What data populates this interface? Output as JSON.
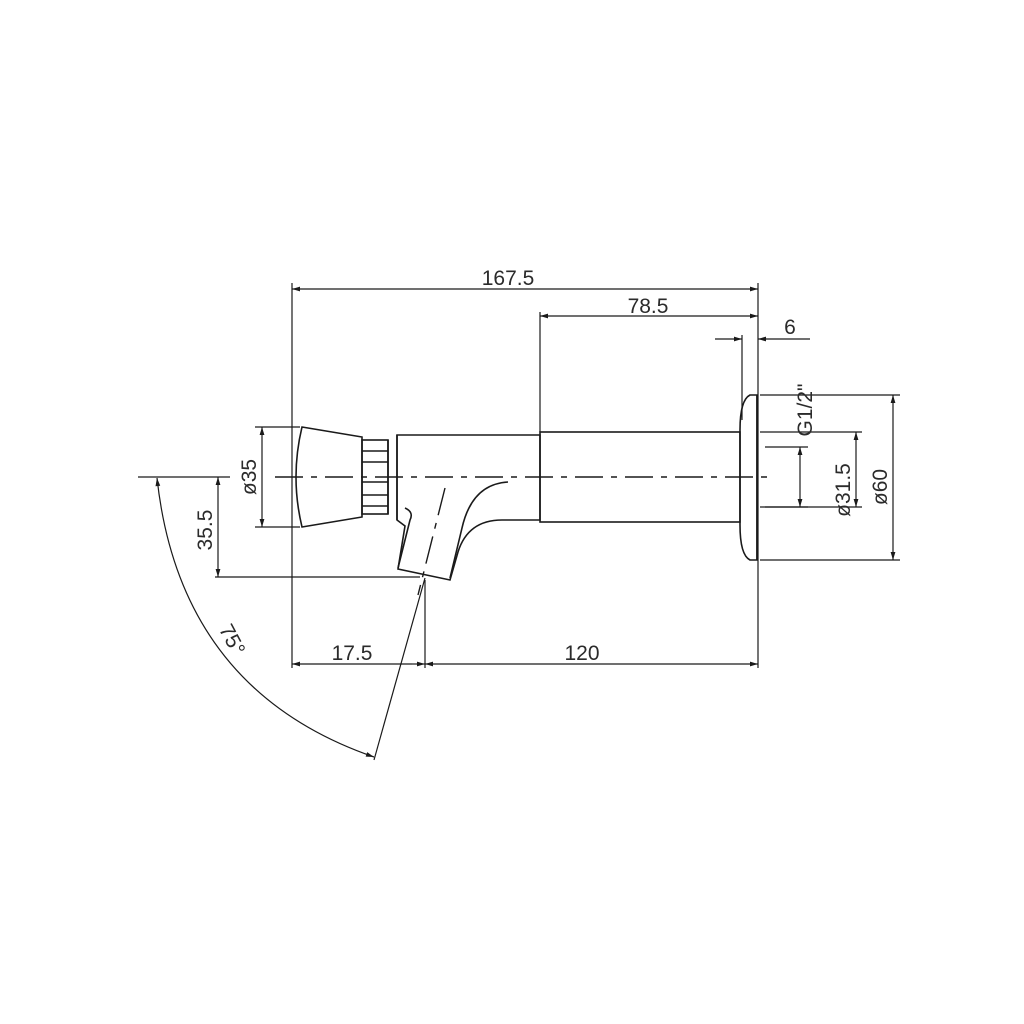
{
  "drawing": {
    "type": "technical-dimension-drawing",
    "subject": "wall-mounted push tap (side view)",
    "line_color": "#1a1a1a",
    "background": "#ffffff"
  },
  "dimensions": {
    "overall_length": "167.5",
    "body_to_wall": "78.5",
    "flange_thickness": "6",
    "thread": "G1/2\"",
    "pipe_diameter": "ø31.5",
    "flange_diameter": "ø60",
    "button_diameter": "ø35",
    "spout_drop": "35.5",
    "button_to_spout": "17.5",
    "spout_to_wall": "120",
    "spout_angle": "75°"
  }
}
